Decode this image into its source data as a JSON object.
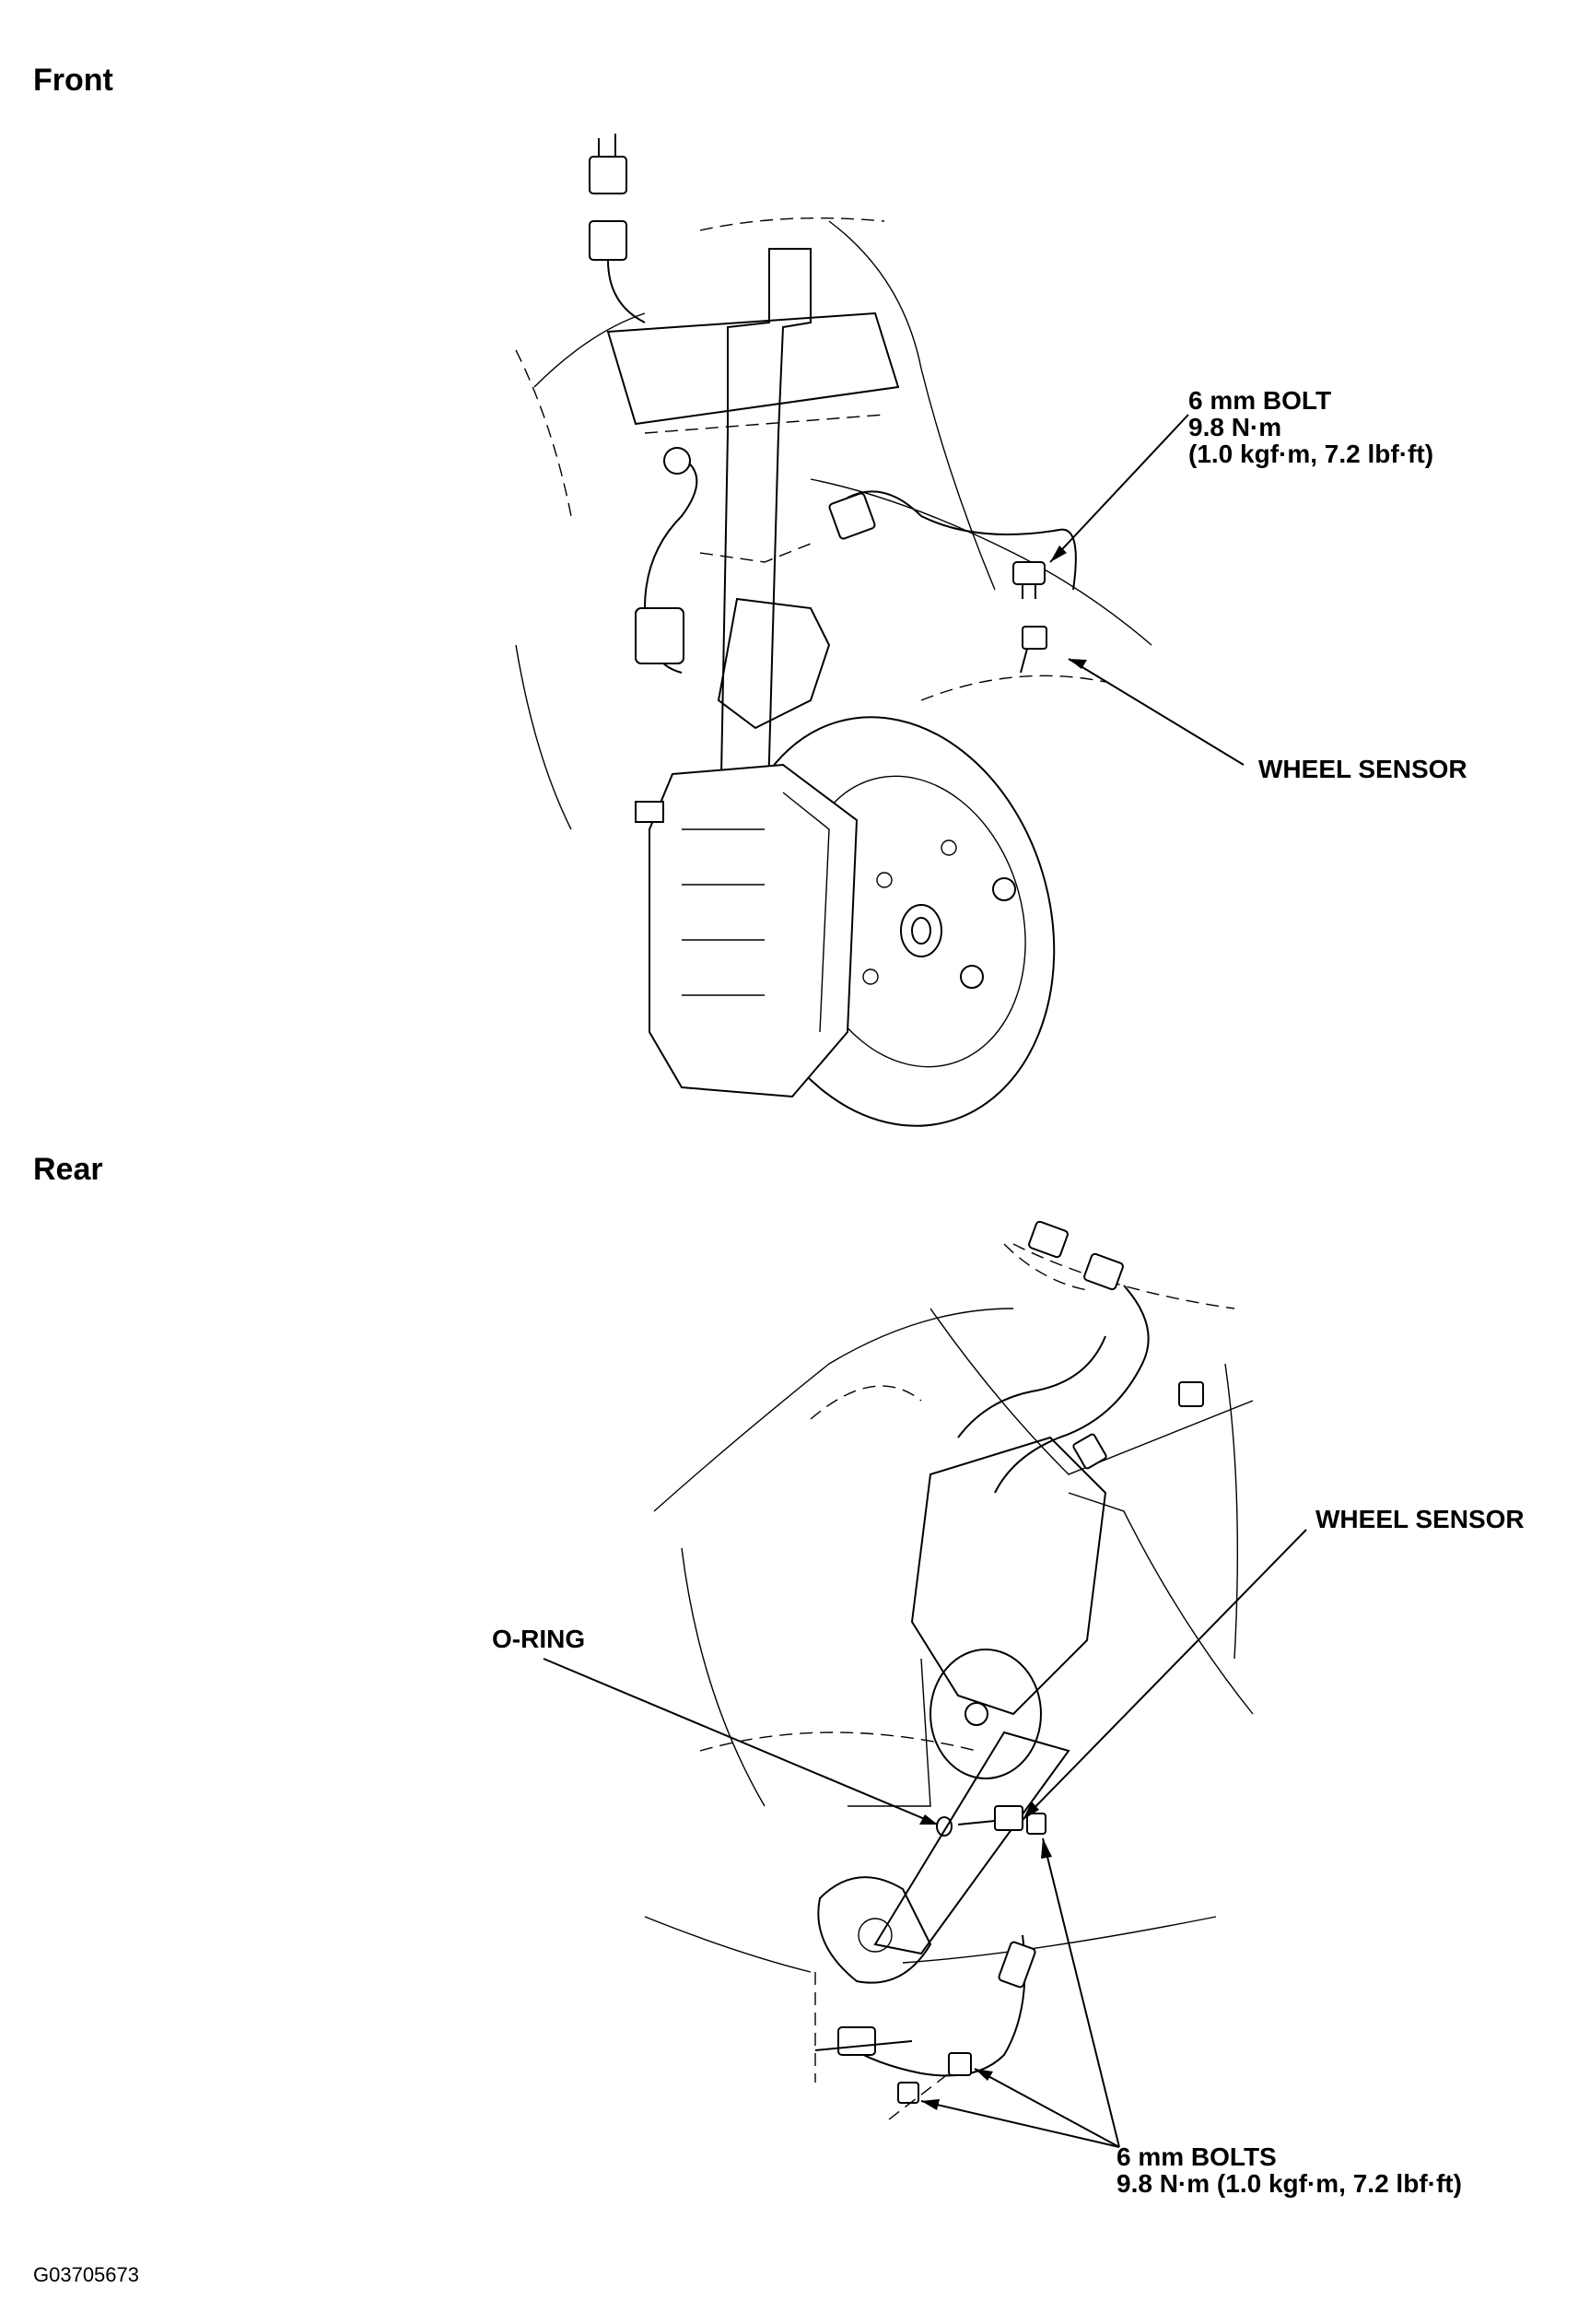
{
  "sections": {
    "front": {
      "heading": "Front",
      "bolt_callout": "6 mm BOLT\n9.8 N·m\n(1.0 kgf·m, 7.2 lbf·ft)",
      "sensor_callout": "WHEEL SENSOR"
    },
    "rear": {
      "heading": "Rear",
      "sensor_callout": "WHEEL SENSOR",
      "oring_callout": "O-RING",
      "bolts_callout": "6 mm BOLTS\n9.8 N·m (1.0 kgf·m, 7.2 lbf·ft)"
    }
  },
  "figure_id": "G03705673"
}
